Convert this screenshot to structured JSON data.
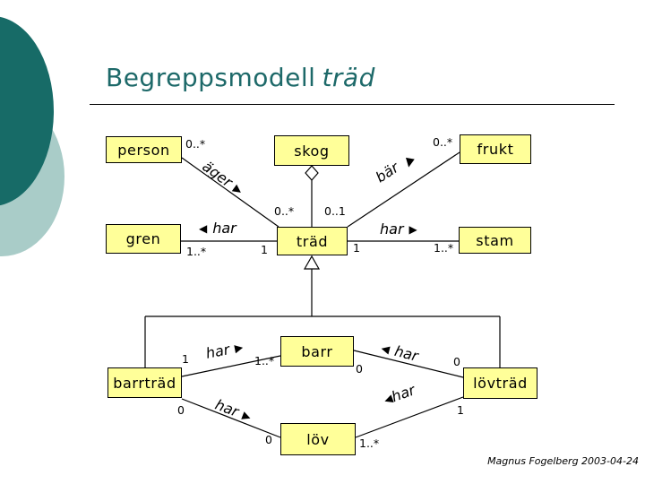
{
  "slide": {
    "title_main": "Begreppsmodell",
    "title_emphasis": "träd",
    "footer": "Magnus Fogelberg 2003-04-24"
  },
  "colors": {
    "box_fill": "#FFFF99",
    "box_border": "#000000",
    "title_text": "#1D6969",
    "circle_dark": "#176B67",
    "circle_light": "#A9CCC8",
    "line": "#000000"
  },
  "glyphs": {
    "arrow_right": "▶",
    "arrow_left": "◀",
    "arrow_down": "▼"
  },
  "classes": {
    "person": "person",
    "skog": "skog",
    "frukt": "frukt",
    "gren": "gren",
    "trad": "träd",
    "stam": "stam",
    "barr": "barr",
    "barrtrad": "barrträd",
    "lovtrad": "lövträd",
    "lov": "löv"
  },
  "associations": {
    "ager": {
      "label": "äger",
      "mult_person": "0..*",
      "mult_trad": "0..*"
    },
    "skog_trad": {
      "mult_trad": "0..1"
    },
    "bar": {
      "label": "bär",
      "mult_frukt": "0..*"
    },
    "har_gren_trad": {
      "label": "har",
      "mult_gren": "1..*",
      "mult_trad": "1"
    },
    "har_trad_stam": {
      "label": "har",
      "mult_trad": "1",
      "mult_stam": "1..*"
    },
    "har_barrtrad_barr": {
      "label": "har",
      "mult_barrtrad": "1",
      "mult_barr": "1..*"
    },
    "har_lovtrad_barr": {
      "label": "har",
      "mult_barr": "0",
      "mult_lovtrad": "0"
    },
    "har_barrtrad_lov": {
      "label": "har",
      "mult_barrtrad": "0",
      "mult_lov": "0"
    },
    "har_lovtrad_lov": {
      "label": "har",
      "mult_lov": "1..*",
      "mult_lovtrad": "1"
    }
  }
}
